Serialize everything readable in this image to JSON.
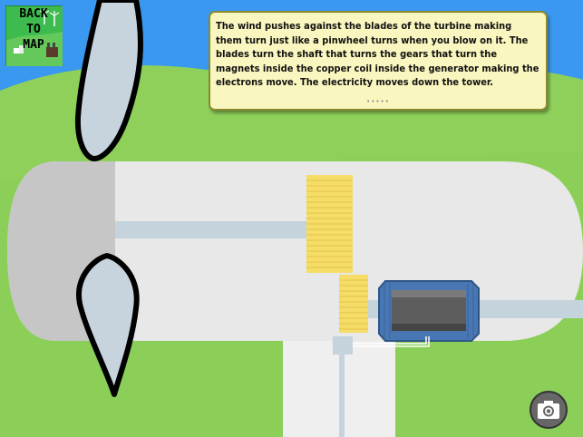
{
  "nav": {
    "back_label_line1": "BACK",
    "back_label_line2": "TO",
    "back_label_line3": "MAP"
  },
  "info": {
    "text": "The wind pushes against the blades of the turbine making them turn just like a pinwheel turns when you blow on it.  The blades turn the shaft that turns the gears that turn the magnets inside the copper coil inside the generator making the electrons move. The electricity moves down the tower.",
    "dots": "•••••"
  },
  "icons": {
    "back": "map-icon",
    "camera": "camera-icon"
  },
  "colors": {
    "sky": "#3a98f0",
    "hill": "#8ed05a",
    "hill_dark": "#6fbe3f",
    "nacelle": "#e8e8e8",
    "hub": "#c6c6c6",
    "shaft": "#c5d3dc",
    "gear": "#f5dd68",
    "generator": "#4877b3",
    "magnet": "#5d5d5d",
    "blade": "#c8d4dd",
    "info_bg": "#faf6bf"
  }
}
